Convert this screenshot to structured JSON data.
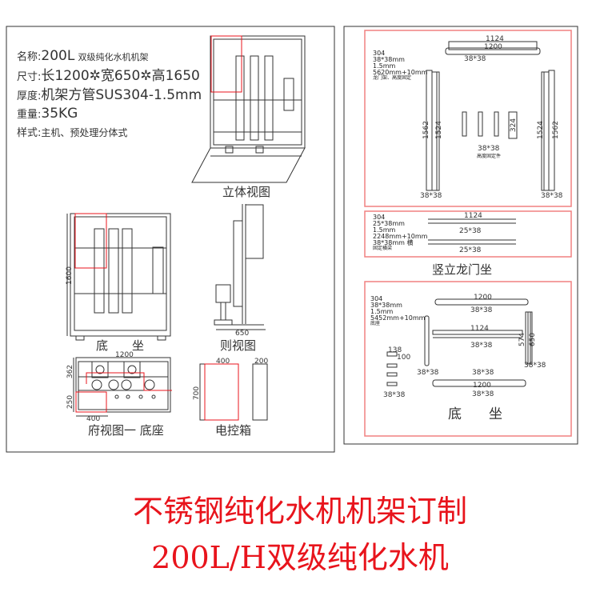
{
  "specs": [
    {
      "label": "名称:",
      "value": "200L",
      "extra": "双级纯化水机机架"
    },
    {
      "label": "尺寸:",
      "value": "长1200✲宽650✲高1650"
    },
    {
      "label": "厚度:",
      "value": "机架方管SUS304-1.5mm"
    },
    {
      "label": "重量:",
      "value": "35KG"
    },
    {
      "label": "样式:",
      "value": "主机、预处理分体式"
    }
  ],
  "left_captions": {
    "iso": "立体视图",
    "base": "底　　坐",
    "side": "则视图",
    "top": "府视图一 底座",
    "ebox": "电控箱"
  },
  "left_dims": {
    "h1600": "1600",
    "w650": "650",
    "w1200": "1200",
    "d362": "362",
    "d250": "250",
    "w400": "400",
    "e400": "400",
    "e200": "200",
    "e700": "700"
  },
  "gantry": {
    "notes": [
      "304",
      "38*38mm",
      "1.5mm",
      "5620mm+10mm",
      "龙门架、高度固定"
    ],
    "dims": {
      "top1": "1124",
      "top2": "1200",
      "sec": "38*38",
      "l1": "1562",
      "l2": "1524",
      "mid": "324",
      "r1": "1524",
      "r2": "1562"
    },
    "mid_note": "高度固定件"
  },
  "rails": {
    "notes": [
      "304",
      "25*38mm",
      "1.5mm",
      "2248mm+10mm",
      "38*38mm 横",
      "固定横梁"
    ],
    "dims": {
      "len": "1124",
      "sec": "25*38"
    }
  },
  "rails_caption": "竖立龙门坐",
  "base": {
    "notes": [
      "304",
      "38*38mm",
      "1.5mm",
      "5452mm+10mm",
      "底座"
    ],
    "dims": {
      "top": "1200",
      "mid": "1124",
      "bot": "1200",
      "sec": "38*38",
      "d574": "574",
      "d650": "650",
      "d138": "138",
      "d100": "100"
    },
    "caption": "底　　坐"
  },
  "headline": {
    "line1": "不锈钢纯化水机机架订制",
    "line2": "200L/H双级纯化水机"
  },
  "colors": {
    "accent": "#e8141c",
    "frame": "#f08080",
    "line": "#333333"
  }
}
